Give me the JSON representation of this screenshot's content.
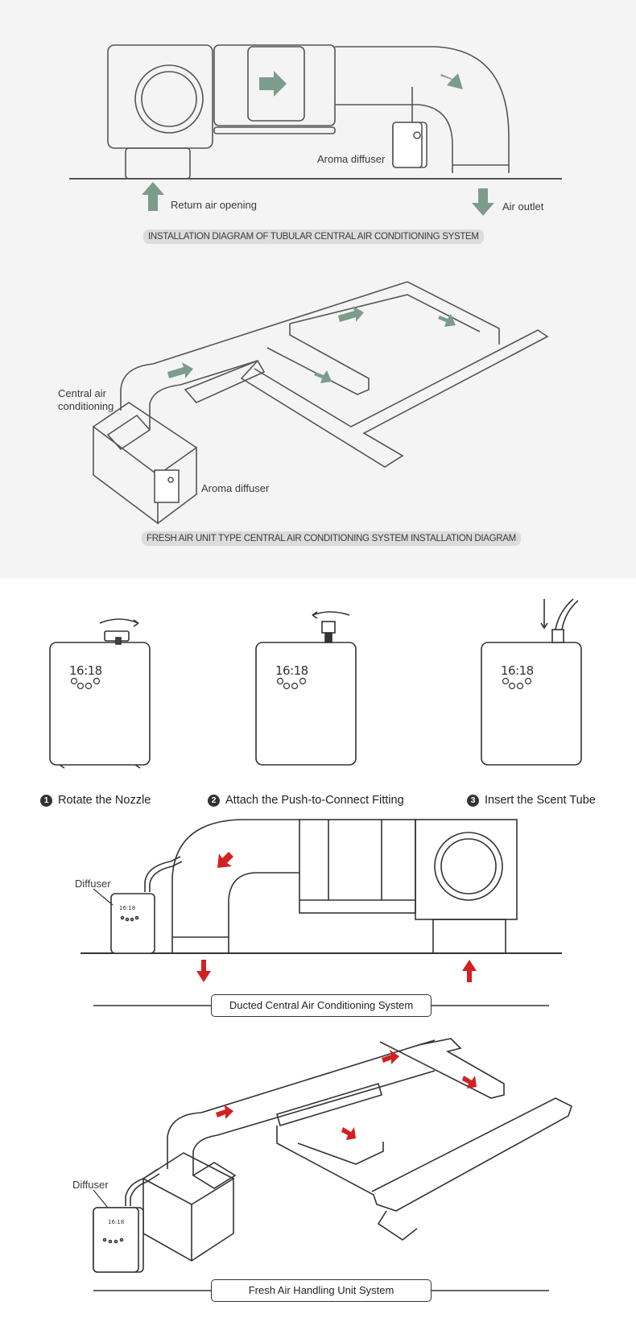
{
  "diagram1": {
    "label_diffuser": "Aroma diffuser",
    "label_return": "Return air opening",
    "label_outlet": "Air outlet",
    "caption": "INSTALLATION DIAGRAM OF TUBULAR CENTRAL AIR CONDITIONING SYSTEM",
    "arrow_color": "#7c9c8c"
  },
  "diagram2": {
    "label_central_line1": "Central air",
    "label_central_line2": "conditioning",
    "label_diffuser": "Aroma diffuser",
    "caption": "FRESH AIR UNIT TYPE CENTRAL AIR CONDITIONING SYSTEM INSTALLATION DIAGRAM"
  },
  "steps": {
    "clock_display": "16:18",
    "items": [
      {
        "number": "1",
        "label": "Rotate the Nozzle"
      },
      {
        "number": "2",
        "label": "Attach the Push-to-Connect Fitting"
      },
      {
        "number": "3",
        "label": "Insert the Scent Tube"
      }
    ]
  },
  "diagram3": {
    "label_diffuser": "Diffuser",
    "caption": "Ducted Central Air Conditioning System",
    "arrow_color": "#d32020"
  },
  "diagram4": {
    "label_diffuser": "Diffuser",
    "caption": "Fresh Air Handling Unit System"
  }
}
